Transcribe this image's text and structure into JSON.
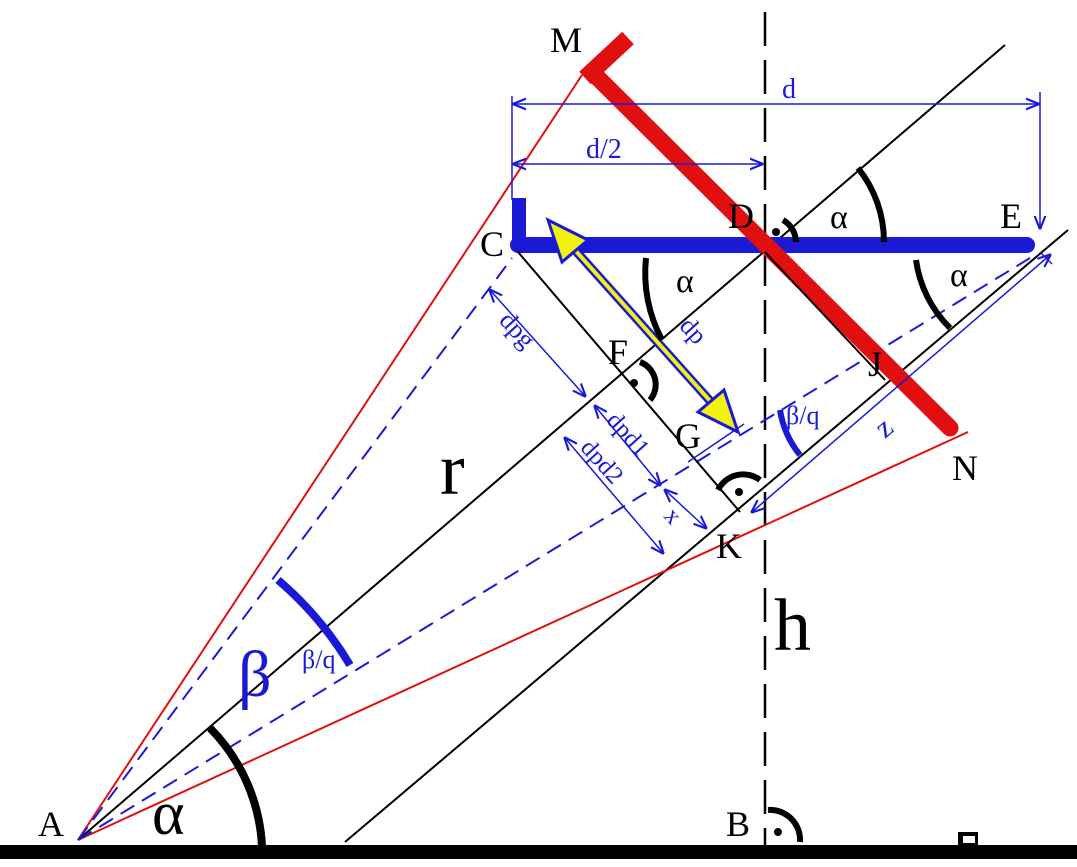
{
  "points": {
    "A": "A",
    "B": "B",
    "C": "C",
    "D": "D",
    "E": "E",
    "F": "F",
    "G": "G",
    "J": "J",
    "K": "K",
    "M": "M",
    "N": "N"
  },
  "symbols": {
    "alpha": "α",
    "beta": "β",
    "r": "r",
    "h": "h"
  },
  "dimensions": {
    "d": "d",
    "d_half": "d/2",
    "dpg": "dpg",
    "dp": "dp",
    "dpd1": "dpd1",
    "dpd2": "dpd2",
    "x": "x",
    "z": "z",
    "beta_q": "β/q"
  },
  "colors": {
    "ground": "#000000",
    "axis": "#000000",
    "mirror": "#e01010",
    "plate": "#1a1ad6",
    "dimension": "#1a1ad6",
    "sight_lines": "#e01010",
    "arrow_fill": "#f2f20a"
  }
}
